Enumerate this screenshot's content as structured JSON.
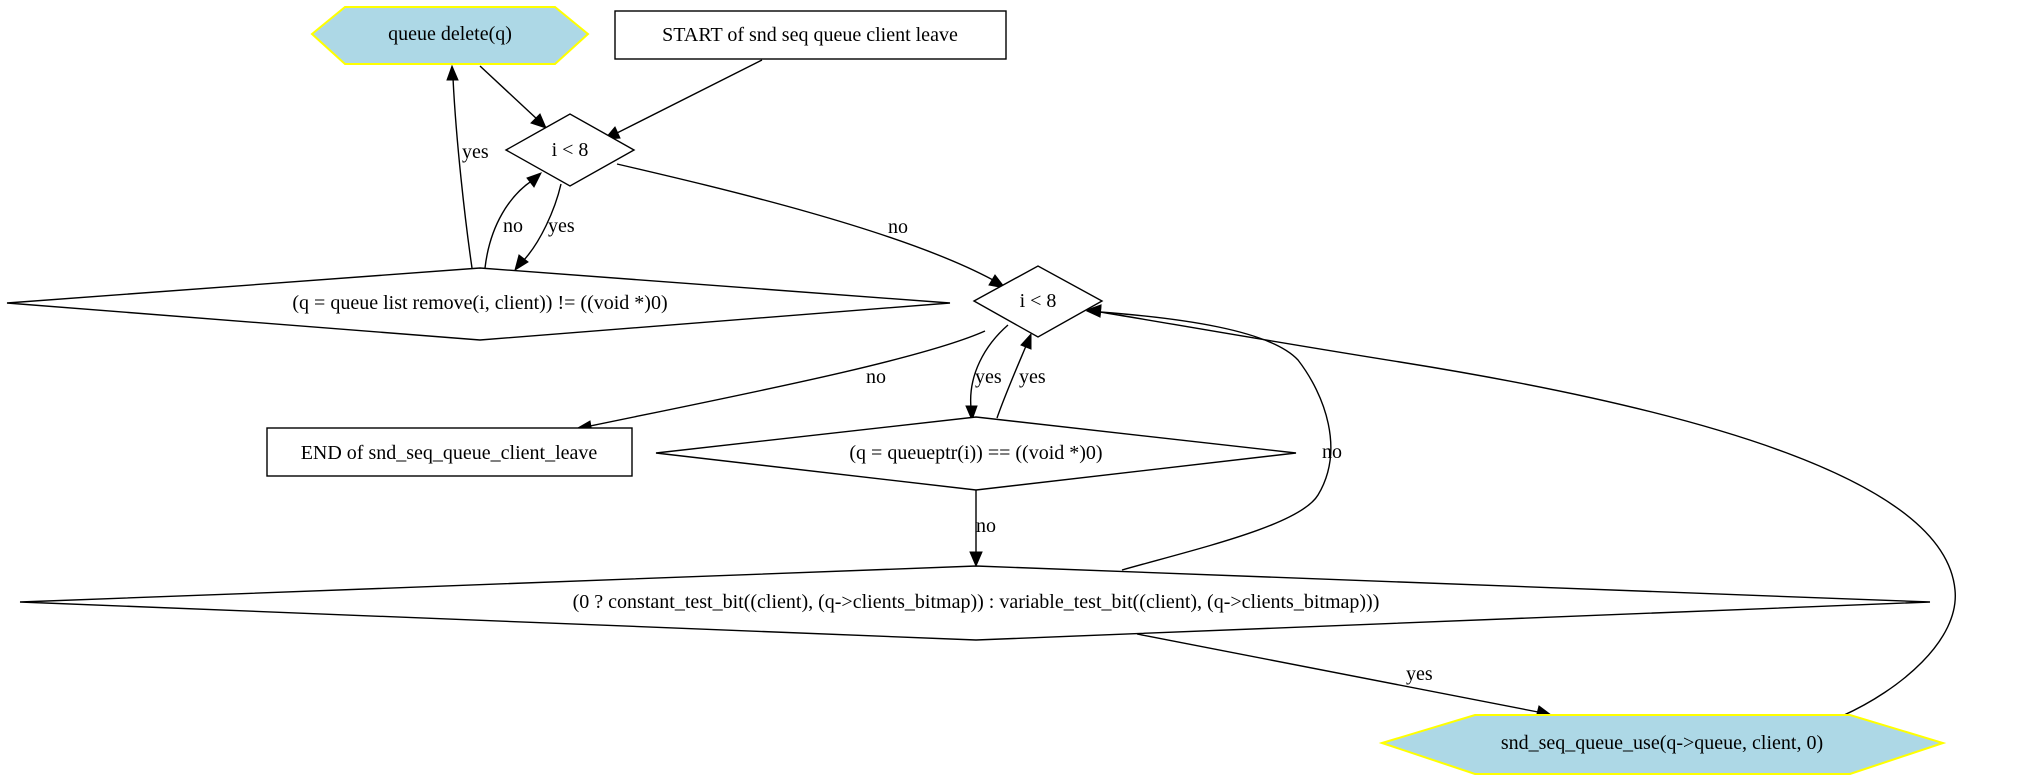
{
  "colors": {
    "hexagon_fill": "#add8e6",
    "hexagon_stroke": "#ffff00",
    "line": "#000000",
    "background": "#ffffff"
  },
  "nodes": {
    "queue_delete": "queue  delete(q)",
    "start": "START of snd  seq  queue  client  leave",
    "cond_i_lt_8_first": "i < 8",
    "cond_queue_list_remove": "(q = queue  list  remove(i, client)) != ((void *)0)",
    "cond_i_lt_8_second": "i < 8",
    "end": "END of snd_seq_queue_client_leave",
    "cond_queueptr_null": "(q = queueptr(i)) == ((void *)0)",
    "cond_test_bit": "(0 ? constant_test_bit((client), (q->clients_bitmap)) : variable_test_bit((client), (q->clients_bitmap)))",
    "queue_use": "snd_seq_queue_use(q->queue, client, 0)"
  },
  "edge_labels": {
    "remove_to_delete": "yes",
    "remove_to_loop1": "no",
    "loop1_to_remove": "yes",
    "loop1_to_loop2": "no",
    "loop2_to_end": "no",
    "loop2_to_queueptr": "yes",
    "queueptr_to_loop2": "yes",
    "queueptr_to_testbit": "no",
    "testbit_to_loop2": "no",
    "testbit_to_use": "yes"
  }
}
